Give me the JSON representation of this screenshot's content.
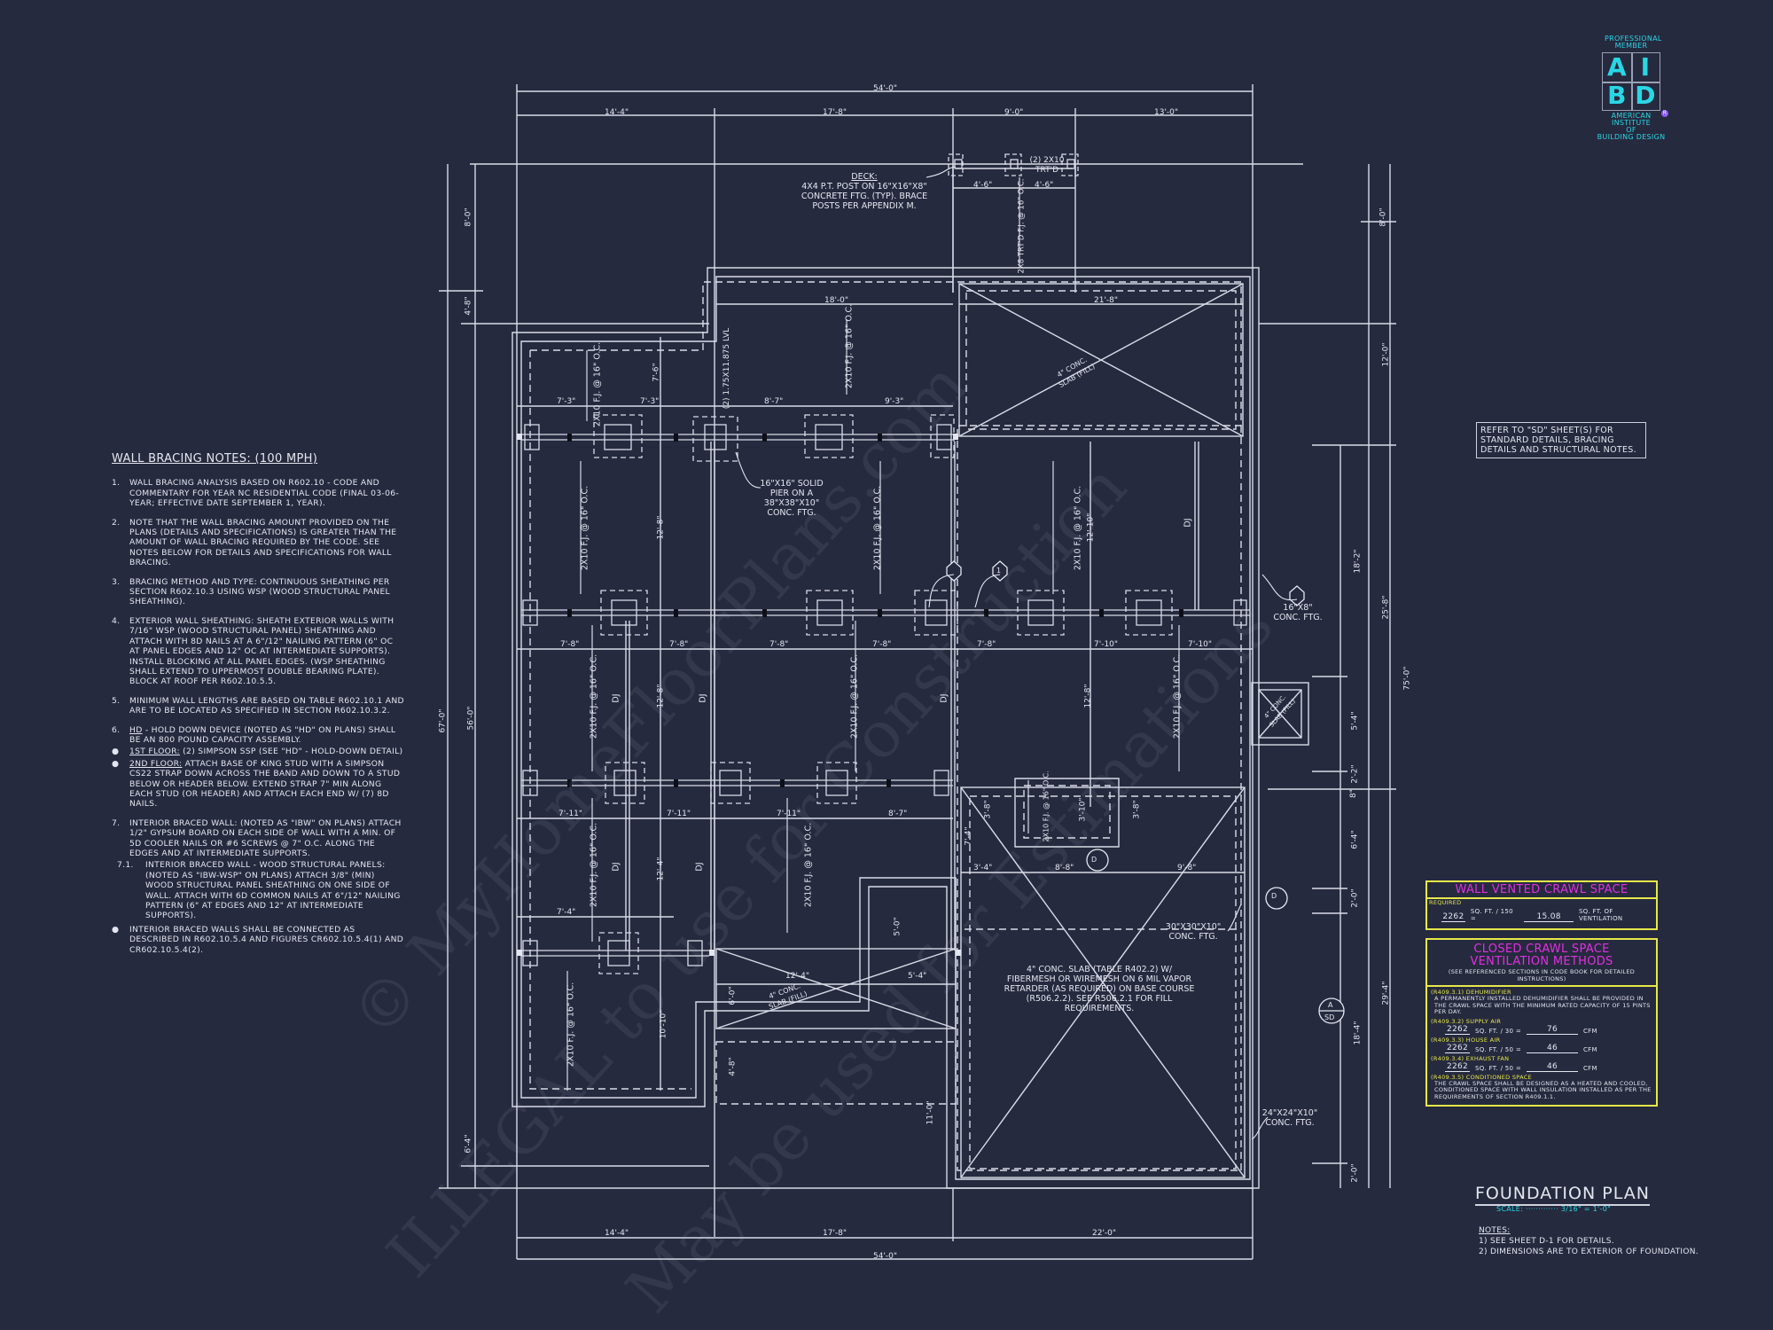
{
  "sheet": {
    "title": "FOUNDATION PLAN",
    "scale_label": "SCALE:",
    "scale_value": "3/16\" = 1'-0\"",
    "notes_label": "NOTES:",
    "notes": [
      "1) SEE SHEET D-1 FOR DETAILS.",
      "2) DIMENSIONS ARE TO EXTERIOR OF FOUNDATION."
    ]
  },
  "logo": {
    "top": "PROFESSIONAL MEMBER",
    "letters": [
      "A",
      "I",
      "B",
      "D"
    ],
    "bottom_1": "AMERICAN INSTITUTE",
    "bottom_2": "OF",
    "bottom_3": "BUILDING DESIGN",
    "registered": "R",
    "color": "#28d7e6"
  },
  "refer_note": "REFER TO \"SD\" SHEET(S) FOR STANDARD DETAILS, BRACING DETAILS AND STRUCTURAL NOTES.",
  "wall_bracing_notes": {
    "title": "WALL BRACING NOTES: (100 MPH)",
    "items": [
      {
        "num": "1.",
        "text": "WALL BRACING ANALYSIS BASED ON R602.10 - CODE AND COMMENTARY FOR YEAR NC RESIDENTIAL CODE (FINAL 03-06-YEAR; EFFECTIVE DATE SEPTEMBER 1, YEAR)."
      },
      {
        "num": "2.",
        "text": "NOTE THAT THE WALL BRACING AMOUNT PROVIDED ON THE PLANS (DETAILS AND SPECIFICATIONS) IS GREATER THAN THE AMOUNT OF WALL BRACING REQUIRED BY THE CODE. SEE NOTES BELOW FOR DETAILS AND SPECIFICATIONS FOR WALL BRACING."
      },
      {
        "num": "3.",
        "text": "BRACING METHOD AND TYPE: CONTINUOUS SHEATHING PER SECTION R602.10.3 USING WSP (WOOD STRUCTURAL PANEL SHEATHING)."
      },
      {
        "num": "4.",
        "text": "EXTERIOR WALL SHEATHING: SHEATH EXTERIOR WALLS WITH 7/16\" WSP (WOOD STRUCTURAL PANEL) SHEATHING AND ATTACH WITH 8d NAILS AT A 6\"/12\" NAILING PATTERN (6\" OC AT PANEL EDGES AND 12\" OC AT INTERMEDIATE SUPPORTS). INSTALL BLOCKING AT ALL PANEL EDGES. (WSP SHEATHING SHALL EXTEND TO UPPERMOST DOUBLE BEARING PLATE). BLOCK AT ROOF PER R602.10.5.5."
      },
      {
        "num": "5.",
        "text": "MINIMUM WALL LENGTHS ARE BASED ON TABLE R602.10.1 AND ARE TO BE LOCATED AS SPECIFIED IN SECTION R602.10.3.2."
      },
      {
        "num": "6.",
        "lead": "HD",
        "text": " - HOLD DOWN DEVICE (NOTED AS \"HD\" ON PLANS) SHALL BE AN 800 POUND CAPACITY ASSEMBLY."
      }
    ],
    "bullets_6": [
      {
        "lead": "1ST FLOOR:",
        "text": " (2) SIMPSON SSP (SEE \"HD\" - HOLD-DOWN DETAIL)"
      },
      {
        "lead": "2ND FLOOR:",
        "text": " ATTACH BASE OF KING STUD WITH A SIMPSON CS22 STRAP DOWN ACROSS THE BAND AND DOWN TO A STUD BELOW OR HEADER BELOW. EXTEND STRAP 7\" MIN ALONG EACH STUD (OR HEADER) AND ATTACH EACH END W/ (7) 8d NAILS."
      }
    ],
    "item_7": {
      "num": "7.",
      "text": "INTERIOR BRACED WALL: (NOTED AS \"IBW\" ON PLANS) ATTACH 1/2\" GYPSUM BOARD ON EACH SIDE OF WALL WITH A MIN. OF 5d COOLER NAILS OR #6 SCREWS @ 7\" O.C. ALONG THE EDGES AND AT INTERMEDIATE SUPPORTS."
    },
    "item_7_1": {
      "num": "7.1.",
      "text": "INTERIOR BRACED WALL - WOOD STRUCTURAL PANELS: (NOTED AS \"IBW-WSP\" ON PLANS) ATTACH 3/8\" (MIN) WOOD STRUCTURAL PANEL SHEATHING ON ONE SIDE OF WALL. ATTACH WITH 6d COMMON NAILS AT 6\"/12\" NAILING PATTERN (6\" AT EDGES AND 12\" AT INTERMEDIATE SUPPORTS)."
    },
    "bullet_7": {
      "text": "INTERIOR BRACED WALLS SHALL BE CONNECTED AS DESCRIBED IN R602.10.5.4 AND FIGURES CR602.10.5.4(1) AND CR602.10.5.4(2)."
    }
  },
  "wall_vented_crawl": {
    "title": "WALL VENTED CRAWL SPACE",
    "required_label": "REQUIRED",
    "sqft": "2262",
    "divisor": "SQ. FT. / 150 =",
    "result": "15.08",
    "unit": "SQ. FT. OF VENTILATION"
  },
  "closed_crawl": {
    "title_1": "CLOSED CRAWL SPACE",
    "title_2": "VENTILATION METHODS",
    "subtitle": "(SEE REFERENCED SECTIONS IN CODE BOOK FOR DETAILED INSTRUCTIONS)",
    "methods": [
      {
        "code": "(R409.3.1) DEHUMIDIFIER",
        "desc": "A PERMANENTLY INSTALLED DEHUMIDIFIER SHALL BE PROVIDED IN THE CRAWL SPACE WITH THE MINIMUM RATED CAPACITY OF 15 PINTS PER DAY."
      },
      {
        "code": "(R409.3.2) SUPPLY AIR",
        "sqft": "2262",
        "divisor": "SQ. FT. / 30 =",
        "result": "76",
        "unit": "CFM"
      },
      {
        "code": "(R409.3.3) HOUSE AIR",
        "sqft": "2262",
        "divisor": "SQ. FT. / 50 =",
        "result": "46",
        "unit": "CFM"
      },
      {
        "code": "(R409.3.4) EXHAUST FAN",
        "sqft": "2262",
        "divisor": "SQ. FT. / 50 =",
        "result": "46",
        "unit": "CFM"
      },
      {
        "code": "(R409.3.5) CONDITIONED SPACE",
        "desc": "THE CRAWL SPACE SHALL BE DESIGNED AS A HEATED AND COOLED, CONDITIONED SPACE WITH WALL INSULATION INSTALLED AS PER THE REQUIREMENTS OF SECTION R409.1.1."
      }
    ]
  },
  "dimensions": {
    "top_overall": "54'-0\"",
    "top_segments": [
      "14'-4\"",
      "17'-8\"",
      "9'-0\"",
      "13'-0\""
    ],
    "bottom_overall": "54'-0\"",
    "bottom_segments": [
      "14'-4\"",
      "17'-8\"",
      "22'-0\""
    ],
    "deck_segments": [
      "4'-6\"",
      "4'-6\""
    ],
    "left_overall": "67'-0\"",
    "left_segments": [
      "8'-0\"",
      "4'-8\"",
      "56'-0\"",
      "6'-4\""
    ],
    "right_overall": "75'-0\"",
    "right_outer": [
      "8'-0\"",
      "12'-0\"",
      "25'-8\"",
      "29'-4\""
    ],
    "right_inner": [
      "18'-2\"",
      "5'-4\"",
      "2'-2\"",
      "8\"",
      "6'-4\"",
      "2'-0\"",
      "18'-4\"",
      "2'-0\""
    ],
    "row1": [
      "7'-3\"",
      "7'-3\"",
      "8'-7\"",
      "9'-3\""
    ],
    "row2": [
      "7'-8\"",
      "7'-8\"",
      "7'-8\"",
      "7'-8\"",
      "7'-8\"",
      "7'-10\"",
      "7'-10\""
    ],
    "row3": [
      "7'-11\"",
      "7'-11\"",
      "7'-11\"",
      "8'-7\""
    ],
    "misc": [
      "18'-0\"",
      "21'-8\"",
      "7'-6\"",
      "12'-8\"",
      "12'-8\"",
      "12'-10\"",
      "12'-8\"",
      "12'-4\"",
      "10'-10\"",
      "7'-4\"",
      "12'-4\"",
      "5'-4\"",
      "6'-0\"",
      "4'-8\"",
      "11'-0\"",
      "5'-0\"",
      "3'-4\"",
      "8'-8\"",
      "9'-8\"",
      "3'-8\"",
      "3'-10\"",
      "7'-4\"",
      "3'-8\""
    ]
  },
  "callouts": {
    "deck_title": "DECK:",
    "deck_text": "4x4 P.T. POST ON 16\"x16\"x8\" CONCRETE FTG. (TYP). BRACE POSTS PER APPENDIX M.",
    "beam_deck": "(2) 2x10 TRT'D",
    "deck_joist": "2x8 TRT'D F.J. @ 16\" O.C.",
    "lvl": "(2) 1.75x11.875 LVL",
    "pier": "16\"x16\" SOLID PIER ON A 38\"x38\"x10\" CONC. FTG.",
    "ftg_16x8": "16\"x8\" CONC. FTG.",
    "ftg_30": "30\"x30\"x10\" CONC. FTG.",
    "ftg_24": "24\"x24\"x10\" CONC. FTG.",
    "slab_fill": "4\" CONC. SLAB (FILL)",
    "slab_note": "4\" CONC. SLAB (TABLE R402.2) w/ FIBERMESH OR WIREMESH ON 6 MIL VAPOR RETARDER (AS REQUIRED) ON BASE COURSE (R506.2.2). SEE R506.2.1 FOR FILL REQUIREMENTS.",
    "joist": "2x10 F.J. @ 16\" O.C.",
    "dj": "DJ",
    "section_a": "A",
    "section_sd": "SD",
    "detail_d": "D",
    "tag_1": "1"
  },
  "watermarks": [
    "© MyHomeFloorPlans.com",
    "ILLEGAL to use for Construction",
    "May be used for Estimations"
  ]
}
